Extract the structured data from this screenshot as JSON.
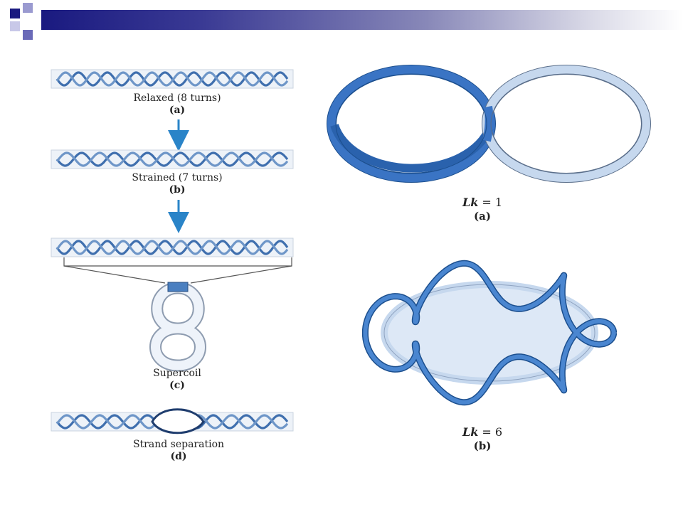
{
  "header": {
    "squares": [
      "#1a1a80",
      "#9a9ad0",
      "#c8c8e8",
      "#6a6ab8"
    ],
    "bar_gradient": [
      "#1a1a80",
      "#ffffff"
    ]
  },
  "colors": {
    "helix": "#4a7fc0",
    "ribbon": "#3a74c4",
    "ribbon_light": "#c6d8ee",
    "tube_fill": "#e9f0f8",
    "arrow": "#2a84c8",
    "disk_fill": "#dde8f6"
  },
  "left_panel": {
    "relaxed_label": "Relaxed (8 turns)",
    "relaxed_letter": "(a)",
    "strained_label": "Strained (7 turns)",
    "strained_letter": "(b)",
    "supercoil_label": "Supercoil",
    "supercoil_letter": "(c)",
    "separation_label": "Strand separation",
    "separation_letter": "(d)"
  },
  "right_panel": {
    "lk_a_var": "Lk",
    "lk_a_rest": " = 1",
    "lk_a_letter": "(a)",
    "lk_b_var": "Lk",
    "lk_b_rest": " = 6",
    "lk_b_letter": "(b)"
  }
}
